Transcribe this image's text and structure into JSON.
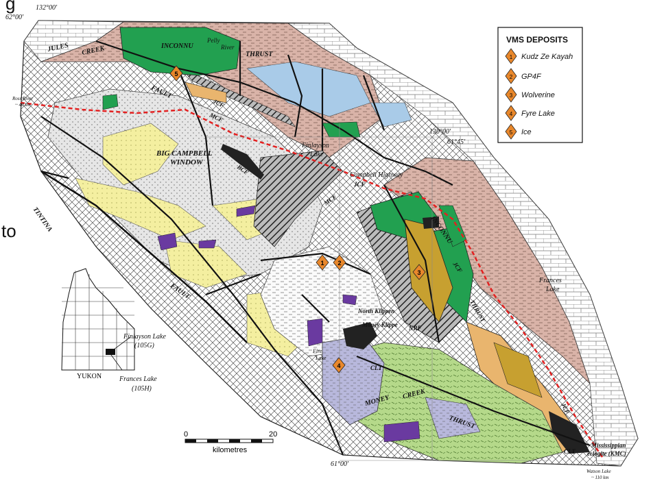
{
  "slide_edge": {
    "top_fragment": "g",
    "left_fragment": "to"
  },
  "coordinates": {
    "top_left_lon": "132°00'",
    "top_left_lat": "62°00'",
    "mid_lon": "130°00'",
    "mid_lat": "61°45'",
    "bottom_lat": "61°00'"
  },
  "edge_notes": {
    "ross_river_1": "Ross River",
    "ross_river_2": "~ 40 km",
    "watson_lake_1": "Watson Lake",
    "watson_lake_2": "~ 110 km"
  },
  "map_labels": {
    "jules": "JULES",
    "creek_top": "CREEK",
    "inconnu_top": "INCONNU",
    "pelly_river_1": "Pelly",
    "pelly_river_2": "River",
    "thrust_top": "THRUST",
    "fault_top": "FAULT",
    "jcf_top": "JCF",
    "mcf_top": "MCF",
    "finlayson_lake_1": "Finlayson",
    "finlayson_lake_2": "Lake",
    "big_campbell_1": "BIG CAMPBELL",
    "big_campbell_2": "WINDOW",
    "bcf": "BCF",
    "campbell_highway": "Campbell Highway",
    "jcf_mid": "JCF",
    "mcf_mid": "MCF",
    "tintina": "TINTINA",
    "fault_bottom": "FAULT",
    "inconnu_right": "INCONNU",
    "jcf_right": "JCF",
    "thrust_right": "THRUST",
    "frances_lake_1": "Frances",
    "frances_lake_2": "Lake",
    "north_klippen": "North Klippen",
    "money_klippe": "Money Klippe",
    "nrf": "NRF",
    "clt_mid": "CLT",
    "fire_lake_1": "Fire",
    "fire_lake_2": "Lake",
    "money": "MONEY",
    "creek_bottom": "CREEK",
    "thrust_bottom": "THRUST",
    "jcf_bottom": "JCF",
    "clt_bottom": "CLT",
    "mississippian_1": "Mississippian",
    "mississippian_2": "eclogite (KMC)"
  },
  "legend": {
    "title": "VMS DEPOSITS",
    "items": [
      {
        "num": "1",
        "name": "Kudz Ze Kayah"
      },
      {
        "num": "2",
        "name": "GP4F"
      },
      {
        "num": "3",
        "name": "Wolverine"
      },
      {
        "num": "4",
        "name": "Fyre Lake"
      },
      {
        "num": "5",
        "name": "Ice"
      }
    ]
  },
  "deposit_markers": {
    "m1": "1",
    "m2": "2",
    "m3": "3",
    "m4": "4",
    "m5": "5"
  },
  "scale_bar": {
    "start": "0",
    "end": "20",
    "unit": "kilometres"
  },
  "inset": {
    "finlayson_1": "Finlayson Lake",
    "finlayson_2": "(105G)",
    "yukon": "YUKON",
    "frances_1": "Frances Lake",
    "frances_2": "(105H)"
  },
  "colors": {
    "marker_fill": "#e8872b",
    "pink_terrane": "#d9b3a8",
    "green": "#22a050",
    "light_green": "#b5d98a",
    "yellow": "#f4efa0",
    "orange": "#e9b56e",
    "olive": "#c7a030",
    "lavender": "#b8b8dc",
    "purple": "#6a3aa0",
    "light_blue": "#a9cbe8",
    "red_fault": "#e32020"
  }
}
